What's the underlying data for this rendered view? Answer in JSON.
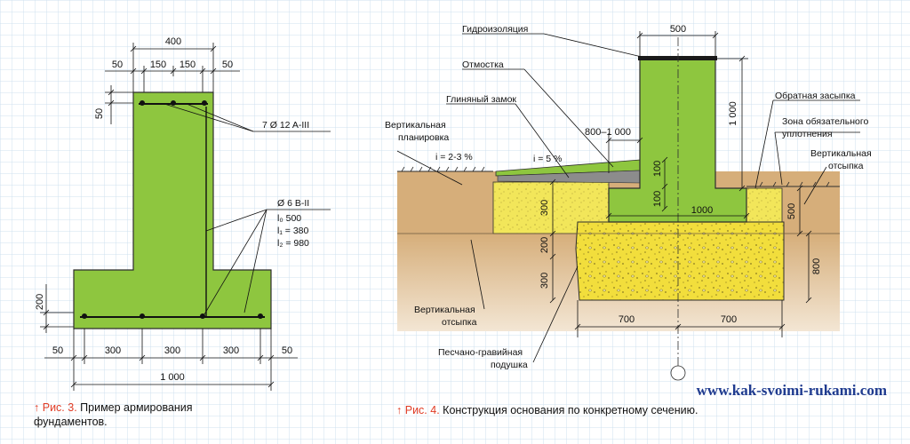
{
  "colors": {
    "grid_line": "#cfe0ef",
    "concrete": "#8ec63f",
    "sand": "#f2e65a",
    "gravel": "#f2de3c",
    "soil": "#d9b88e",
    "soil_dark": "#c9a36f",
    "caption_red": "#e03b24",
    "website": "#1f3b8f"
  },
  "fig3": {
    "dims": {
      "top_width": "400",
      "top_left": "50",
      "top_mid1": "150",
      "top_mid2": "150",
      "top_right": "50",
      "left_top": "50",
      "left_base": "200",
      "bottom_left": "50",
      "bottom_1": "300",
      "bottom_2": "300",
      "bottom_3": "300",
      "bottom_right": "50",
      "total": "1 000"
    },
    "rebar_main": "7 Ø 12 A-III",
    "rebar_tie": "Ø 6 B-II",
    "lengths": [
      "l₀ 500",
      "l₁ = 380",
      "l₂ = 980"
    ],
    "caption_num": "Рис. 3.",
    "caption_text_1": "Пример армирования",
    "caption_text_2": "фундаментов."
  },
  "fig4": {
    "labels": {
      "waterproofing": "Гидроизоляция",
      "blind_area": "Отмостка",
      "clay_lock": "Глиняный замок",
      "vertical_planning_1": "Вертикальная",
      "vertical_planning_2": "планировка",
      "backfill": "Обратная засыпка",
      "compaction_1": "Зона обязательного",
      "compaction_2": "уплотнения",
      "vert_fill_right_1": "Вертикальная",
      "vert_fill_right_2": "отсыпка",
      "vert_fill_left_1": "Вертикальная",
      "vert_fill_left_2": "отсыпка",
      "cushion_1": "Песчано-гравийная",
      "cushion_2": "подушка"
    },
    "slopes": {
      "left": "i = 2-3 %",
      "right": "i = 5 %"
    },
    "dims": {
      "top": "500",
      "height_right": "1 000",
      "blind_width": "800–1 000",
      "step_1": "100",
      "step_2": "100",
      "base": "1000",
      "sand_left": "300",
      "left_200": "200",
      "left_300": "300",
      "right_500": "500",
      "right_800": "800",
      "bottom_left": "700",
      "bottom_right": "700"
    },
    "caption_num": "Рис. 4.",
    "caption_text": "Конструкция основания по конкретному сечению."
  },
  "website": "www.kak-svoimi-rukami.com"
}
